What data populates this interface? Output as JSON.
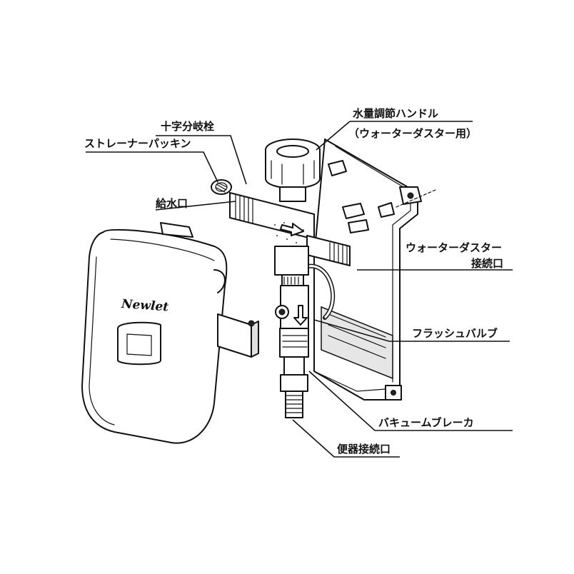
{
  "labels": {
    "cross_branch_valve": "十字分岐栓",
    "strainer_packing": "ストレーナーパッキン",
    "water_inlet": "給水口",
    "flow_handle_line1": "水量調節ハンドル",
    "flow_handle_line2": "（ウォーターダスター用）",
    "duster_port_line1": "ウォーターダスター",
    "duster_port_line2": "接続口",
    "flush_valve": "フラッシュバルブ",
    "vacuum_breaker": "バキュームブレーカ",
    "toilet_port": "便器接続口"
  },
  "device": {
    "brand": "Newlet"
  }
}
